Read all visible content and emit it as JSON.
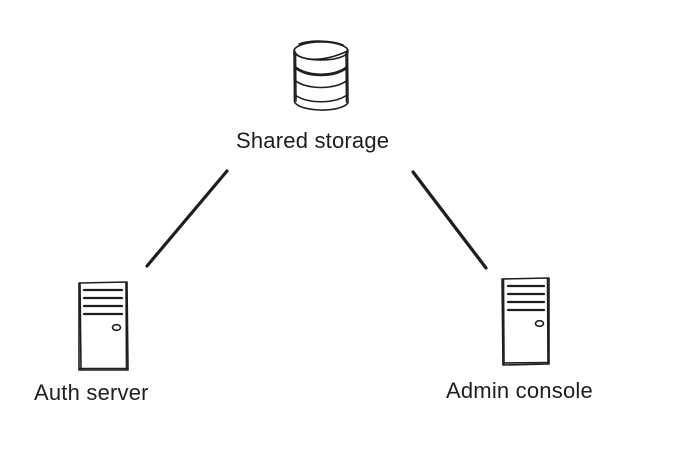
{
  "nodes": {
    "storage": {
      "label": "Shared storage",
      "icon": "database-icon"
    },
    "auth": {
      "label": "Auth server",
      "icon": "server-icon"
    },
    "admin": {
      "label": "Admin console",
      "icon": "server-icon"
    }
  },
  "edges": [
    {
      "from": "storage",
      "to": "auth"
    },
    {
      "from": "storage",
      "to": "admin"
    }
  ],
  "colors": {
    "stroke": "#1e1e1e",
    "background": "#ffffff"
  }
}
